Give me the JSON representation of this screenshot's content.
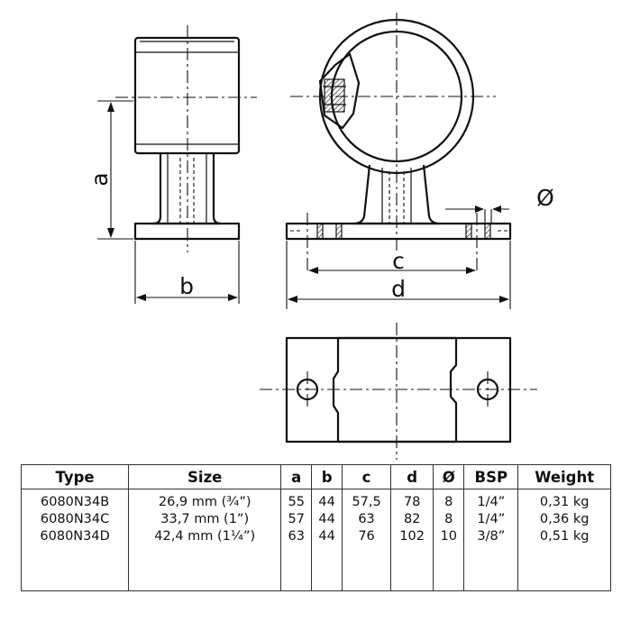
{
  "dimension_labels": {
    "a": "a",
    "b": "b",
    "c": "c",
    "d": "d",
    "diameter": "Ø"
  },
  "table": {
    "headers": [
      "Type",
      "Size",
      "a",
      "b",
      "c",
      "d",
      "Ø",
      "BSP",
      "Weight"
    ],
    "rows": [
      [
        "6080N34B",
        "26,9 mm (¾”)",
        "55",
        "44",
        "57,5",
        "78",
        "8",
        "1/4”",
        "0,31 kg"
      ],
      [
        "6080N34C",
        "33,7 mm (1”)",
        "57",
        "44",
        "63",
        "82",
        "8",
        "1/4”",
        "0,36 kg"
      ],
      [
        "6080N34D",
        "42,4 mm (1¼”)",
        "63",
        "44",
        "76",
        "102",
        "10",
        "3/8”",
        "0,51 kg"
      ]
    ]
  }
}
